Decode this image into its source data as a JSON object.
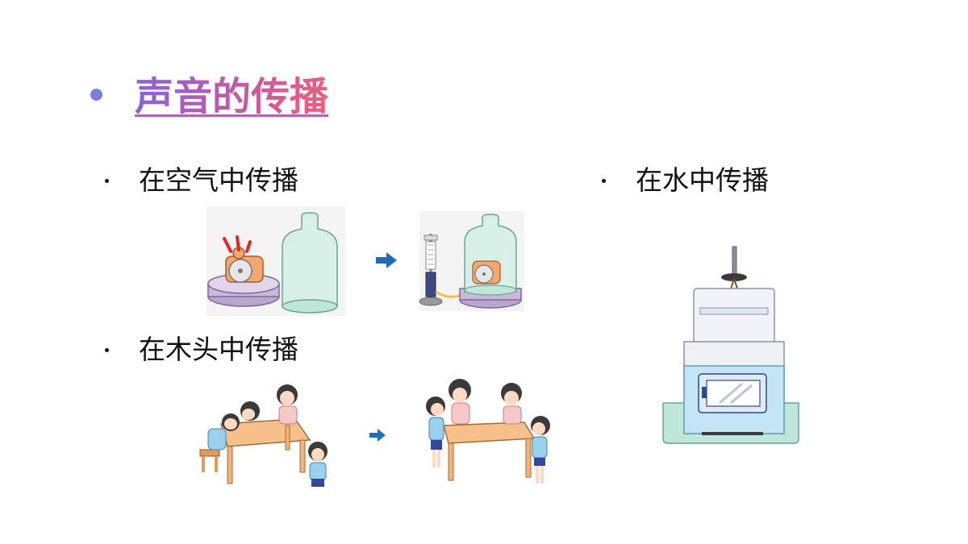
{
  "slide": {
    "title": "声音的传播"
  },
  "sections": {
    "air": {
      "label": "在空气中传播"
    },
    "wood": {
      "label": "在木头中传播"
    },
    "water": {
      "label": "在水中传播"
    }
  },
  "colors": {
    "title_gradient_start": "#8a63d8",
    "title_gradient_end": "#ec5f7e",
    "title_bullet": "#7b7fd6",
    "arrow": "#1f6fb8"
  }
}
